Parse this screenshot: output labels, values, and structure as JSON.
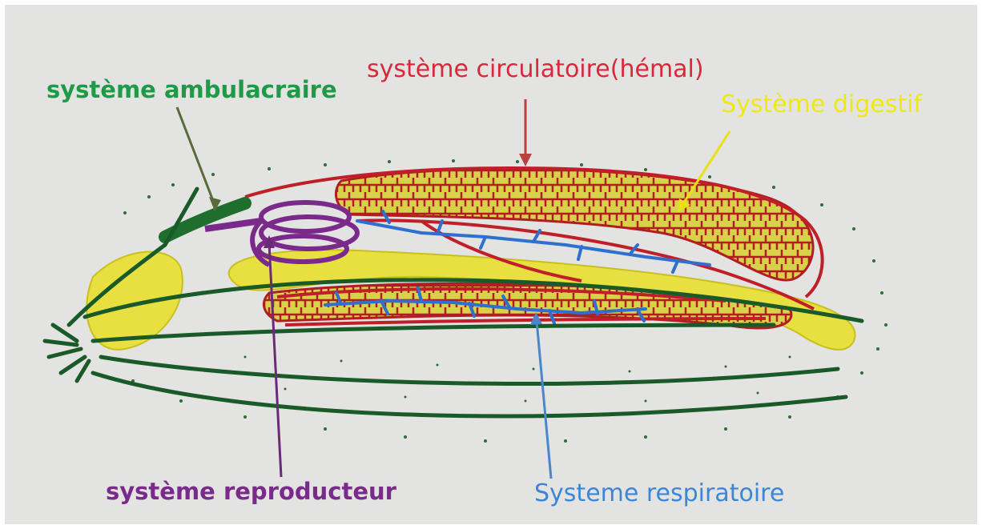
{
  "labels": {
    "ambulacraire": "système ambulacraire",
    "circulatoire": "système circulatoire(hémal)",
    "digestif": "Système digestif",
    "reproducteur": "système reproducteur",
    "respiratoire": "Systeme respiratoire"
  },
  "colors": {
    "background": "#e3e3e1",
    "ambulacraire": "#1e9a48",
    "circulatoire": "#d8283a",
    "digestif": "#efe818",
    "reproducteur": "#7a2a8a",
    "respiratoire": "#3c86d8"
  }
}
